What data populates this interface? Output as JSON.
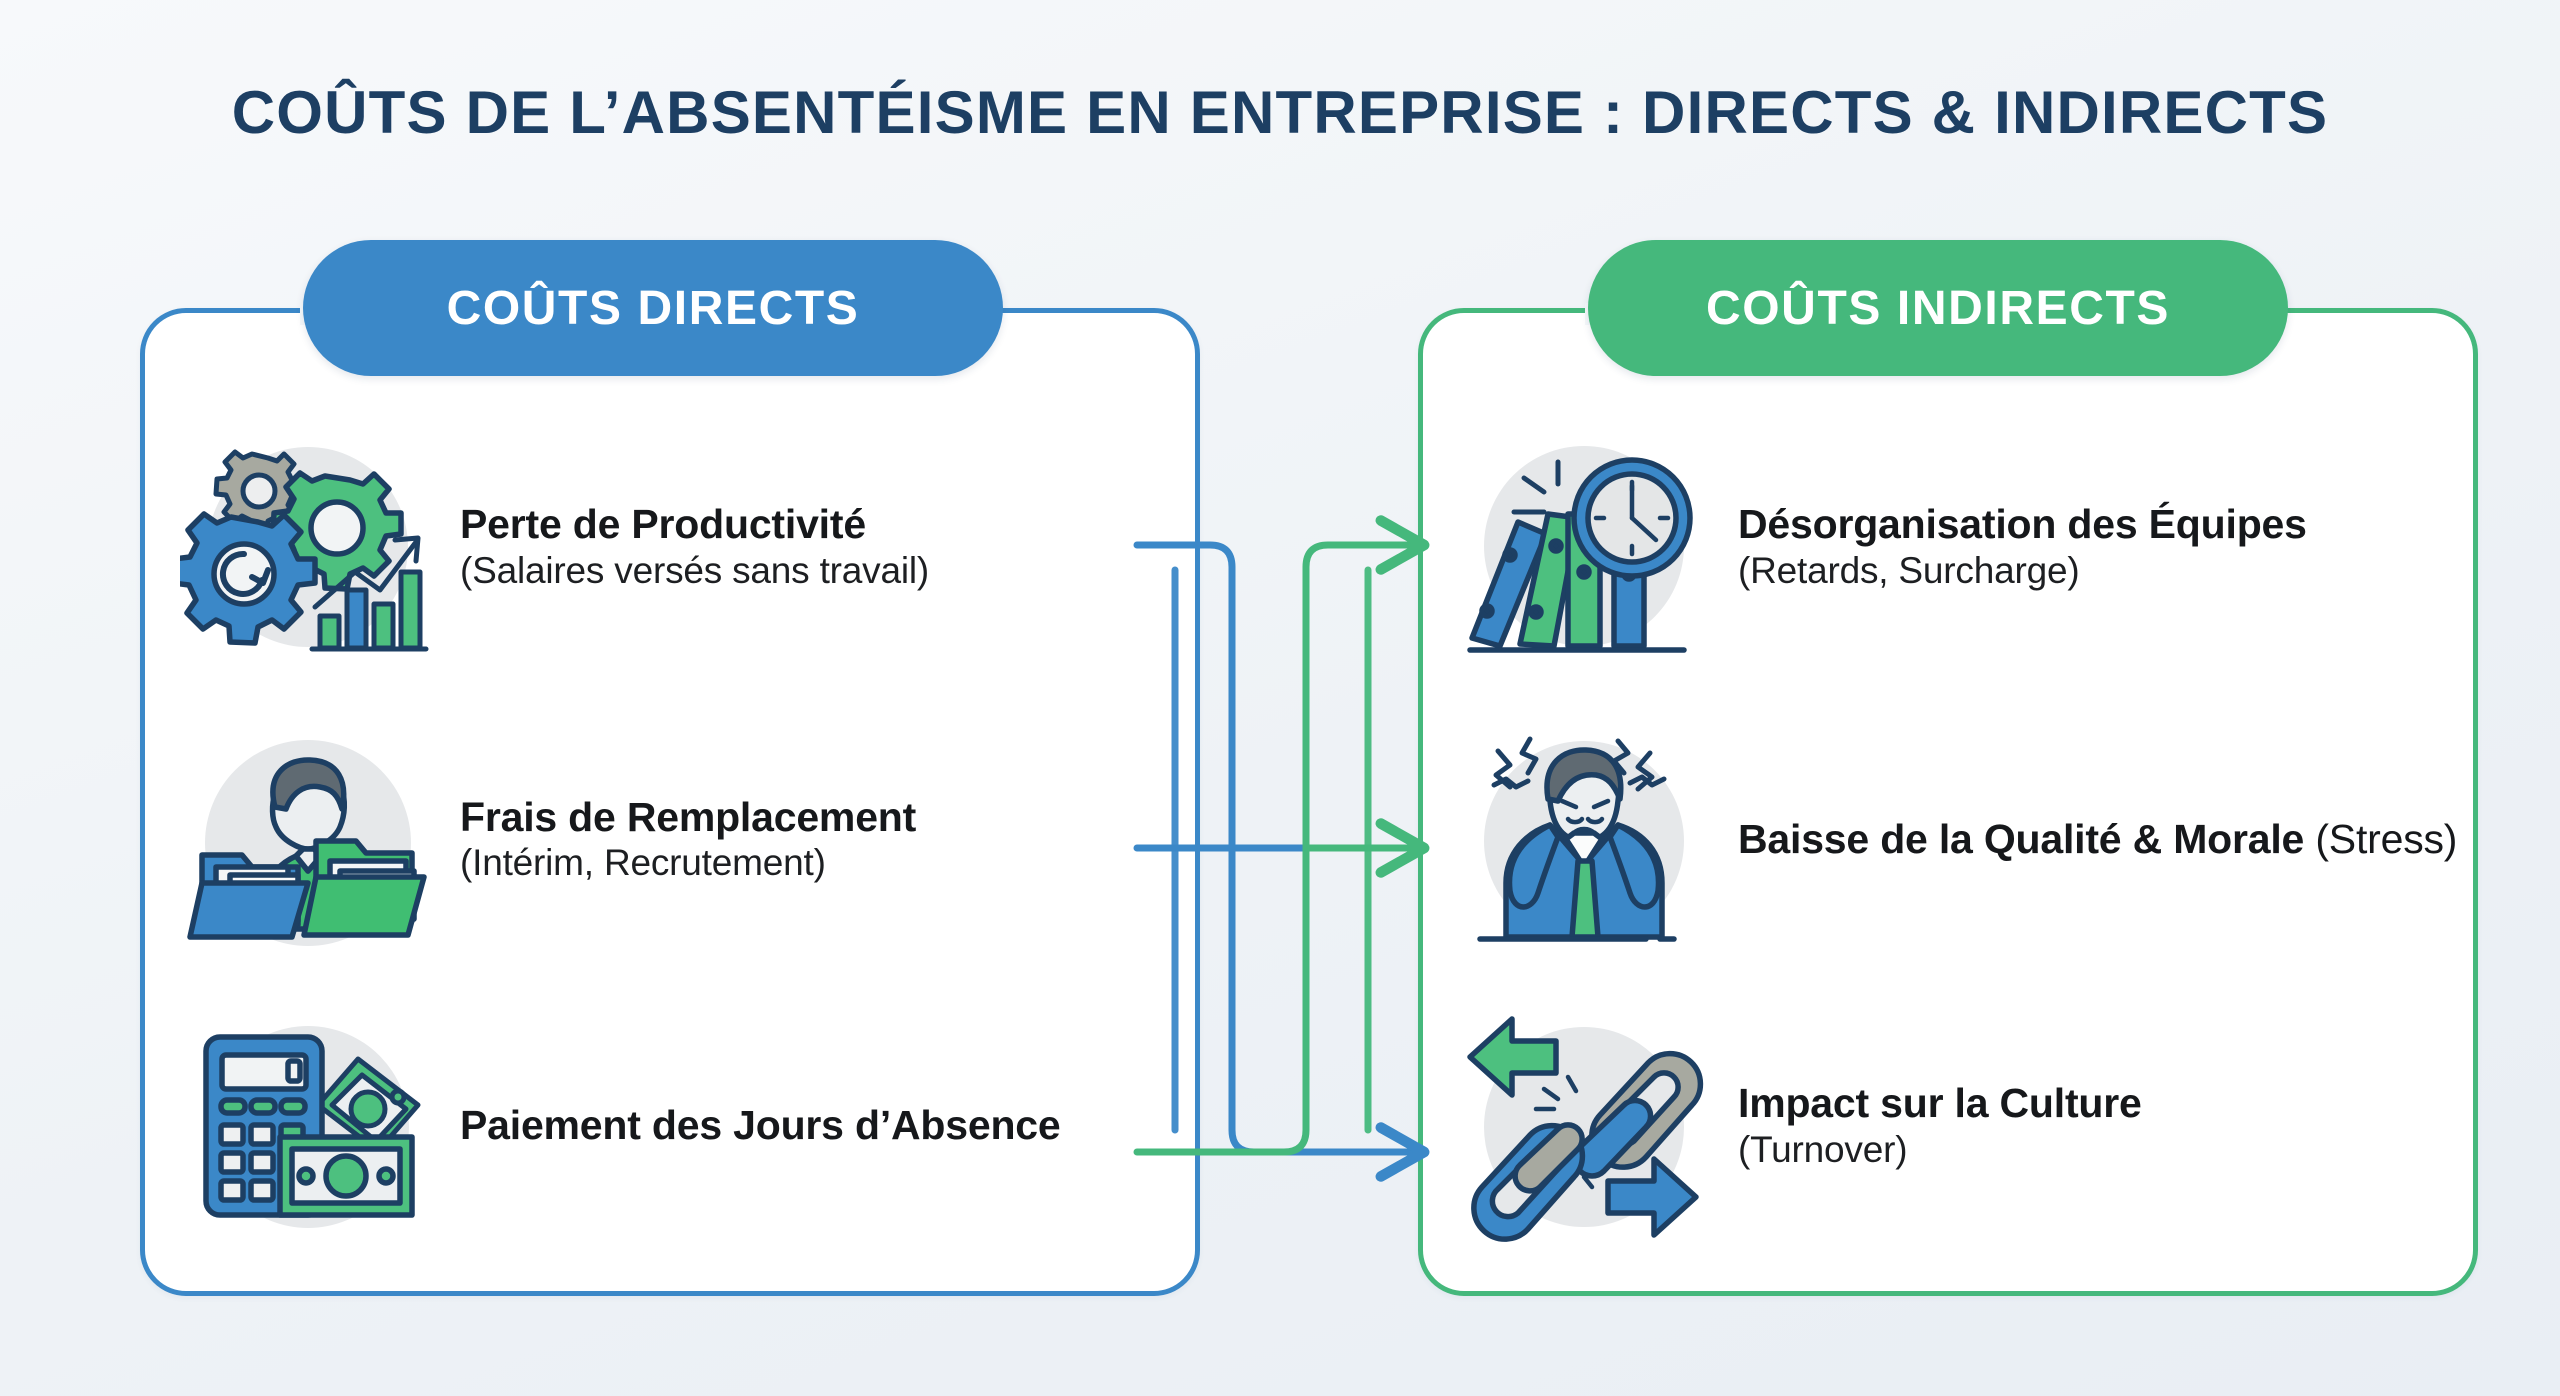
{
  "title": "COÛTS DE L’ABSENTÉISME EN ENTREPRISE : DIRECTS & INDIRECTS",
  "colors": {
    "blue": "#3b88c8",
    "green": "#45b87c",
    "title_navy": "#1d3f63",
    "ink": "#1d3f63",
    "background": "#f2f5f8",
    "panel_bg": "#ffffff",
    "icon_circle": "#e6e8ea",
    "gray": "#9aa0a4",
    "text_dark": "#16181b"
  },
  "panels": {
    "direct": {
      "pill_label": "COÛTS DIRECTS",
      "items": [
        {
          "icon": "gears-productivity-icon",
          "title": "Perte de Productivité",
          "subtitle": "(Salaires versés sans travail)",
          "inline": false
        },
        {
          "icon": "person-folders-icon",
          "title": "Frais de Remplacement",
          "subtitle": "(Intérim, Recrutement)",
          "inline": false
        },
        {
          "icon": "calculator-money-icon",
          "title": "Paiement des Jours d’Absence",
          "subtitle": "",
          "inline": false
        }
      ]
    },
    "indirect": {
      "pill_label": "COÛTS INDIRECTS",
      "items": [
        {
          "icon": "dominoes-clock-icon",
          "title": "Désorganisation des Équipes",
          "subtitle": "(Retards, Surcharge)",
          "inline": false
        },
        {
          "icon": "stressed-person-icon",
          "title": "Baisse de la Qualité & Morale",
          "subtitle": "(Stress)",
          "inline": true
        },
        {
          "icon": "broken-chain-arrows-icon",
          "title": "Impact sur la Culture",
          "subtitle": "(Turnover)",
          "inline": false
        }
      ]
    }
  },
  "connectors": {
    "description": "Three routed arrows link direct-cost items on the left to indirect-cost items on the right, crossing in the middle gap.",
    "links": [
      {
        "from": "Perte de Productivité",
        "to": "Impact sur la Culture",
        "color": "#3b88c8"
      },
      {
        "from": "Frais de Remplacement",
        "to": "Baisse de la Qualité & Morale",
        "color": "#3b88c8"
      },
      {
        "from": "Paiement des Jours d’Absence",
        "to": "Désorganisation des Équipes",
        "color": "#45b87c"
      }
    ]
  }
}
